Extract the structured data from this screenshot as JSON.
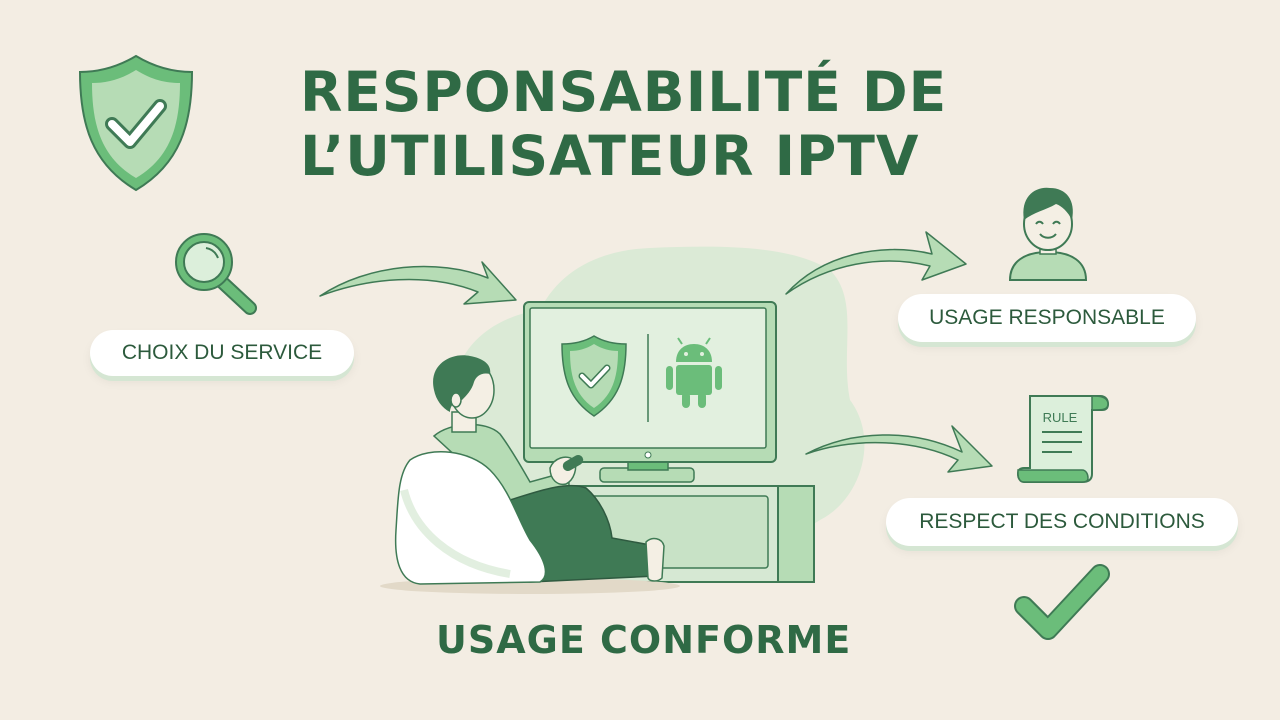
{
  "title": {
    "line1": "RESPONSABILITÉ DE",
    "line2": "L’UTILISATEUR IPTV"
  },
  "labels": {
    "choix": "CHOIX DU SERVICE",
    "usage_responsable": "USAGE RESPONSABLE",
    "respect": "RESPECT DES CONDITIONS",
    "footer": "USAGE CONFORME",
    "rule_doc": "RULE"
  },
  "icons": {
    "header": "shield-check-icon",
    "choix": "magnifier-icon",
    "usage_responsable": "user-avatar-icon",
    "respect": "rule-scroll-icon",
    "bottom": "checkmark-icon",
    "screen_left": "shield-check-icon",
    "screen_right": "android-icon"
  },
  "colors": {
    "background": "#f3ede3",
    "title": "#2f6a45",
    "accent": "#6bbd7a",
    "light_green": "#d6e8d3",
    "dark_green": "#3f7a55"
  }
}
